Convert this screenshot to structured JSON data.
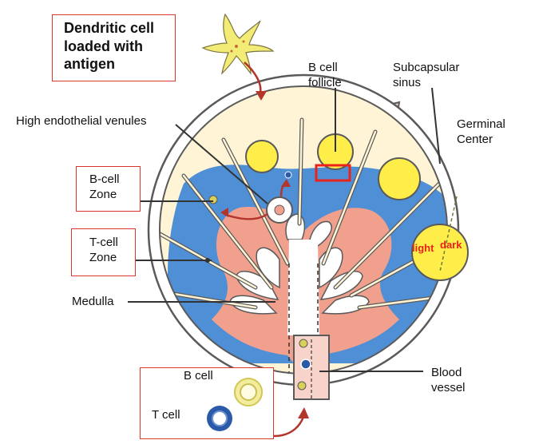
{
  "labels": {
    "dendritic_cell": "Dendritic cell\nloaded with\nantigen",
    "b_cell_follicle": "B cell\nfollicle",
    "subcapsular_sinus": "Subcapsular\nsinus",
    "germinal_center": "Germinal\nCenter",
    "high_endothelial_venules": "High endothelial venules",
    "b_cell_zone": "B-cell\nZone",
    "t_cell_zone": "T-cell\nZone",
    "medulla": "Medulla",
    "blood_vessel": "Blood\nvessel",
    "b_cell": "B cell",
    "t_cell": "T cell",
    "light": "light",
    "dark": "dark"
  },
  "colors": {
    "capsule": "#ffffff",
    "outline": "#5a5a5a",
    "cortex": "#fff5d6",
    "paracortex": "#4f8fd6",
    "medulla": "#f0a08c",
    "follicle": "#ffee4a",
    "accent_red": "#e8231a",
    "arrow": "#b3362c",
    "blood_vessel": "#f7d3c9"
  },
  "icons": [
    "dendritic-cell-icon",
    "b-cell-icon",
    "t-cell-icon",
    "hev-icon"
  ]
}
